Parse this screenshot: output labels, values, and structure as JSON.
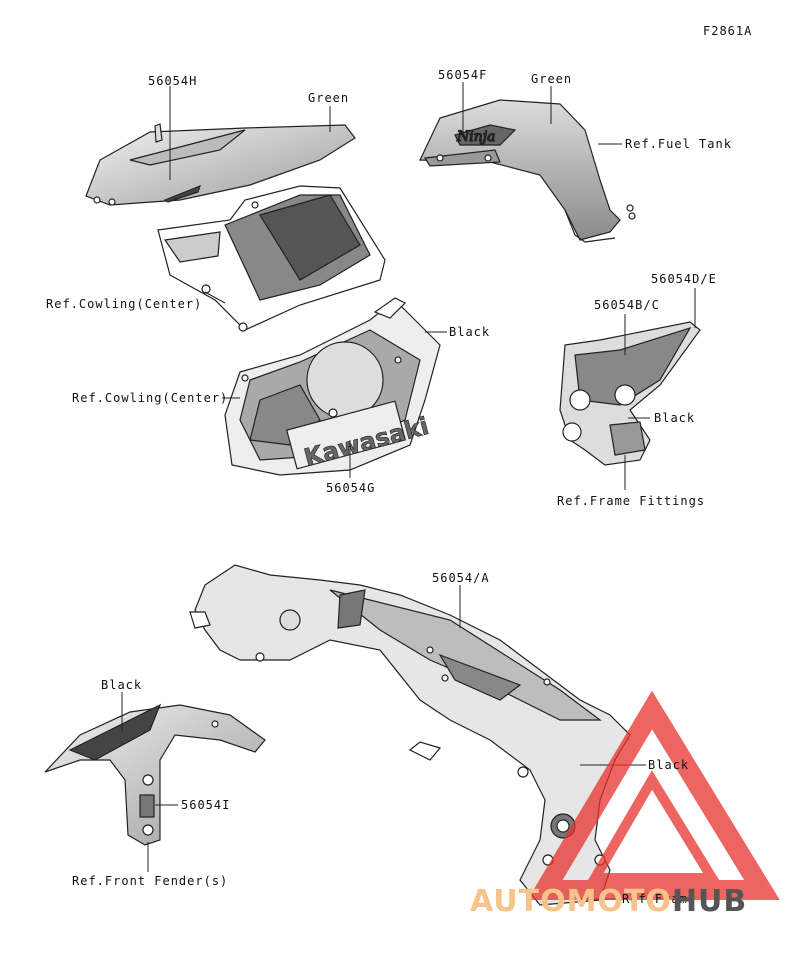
{
  "figure_code": "F2861A",
  "labels": {
    "p_56054H": "56054H",
    "green_upper": "Green",
    "ref_cowling_center_1": "Ref.Cowling(Center)",
    "p_56054F": "56054F",
    "green_tank": "Green",
    "ref_fuel_tank": "Ref.Fuel Tank",
    "black_lower": "Black",
    "ref_cowling_center_2": "Ref.Cowling(Center)",
    "p_56054G": "56054G",
    "p_56054DE": "56054D/E",
    "p_56054BC": "56054B/C",
    "black_fitting": "Black",
    "ref_frame_fittings": "Ref.Frame Fittings",
    "p_56054A": "56054/A",
    "black_fender": "Black",
    "p_56054I": "56054I",
    "ref_front_fender": "Ref.Front Fender(s)",
    "black_frame": "Black",
    "ref_frame": "Ref.Frame"
  },
  "decal_texts": {
    "kawasaki": "Kawasaki",
    "ninja": "Ninja"
  },
  "watermark": {
    "part1": "AUTO",
    "part2": "MOTO",
    "part3": "HUB"
  },
  "colors": {
    "line": "#222222",
    "shade": "#bdbdbd",
    "dark": "#555555",
    "watermark_red": "#e8322c",
    "watermark_orange": "#f6c38a"
  }
}
